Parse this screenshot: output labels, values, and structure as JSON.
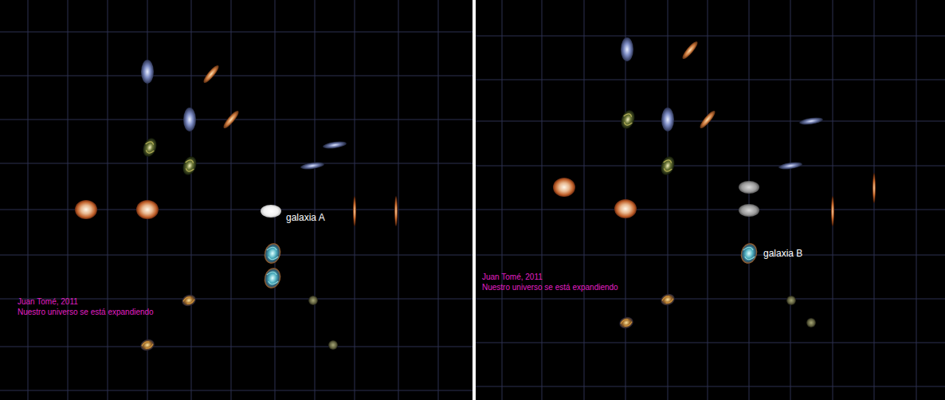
{
  "diagram": {
    "labels": [
      "galaxia A",
      "Juan Tomé, 2011",
      "Nuestro universo se está expandiendo",
      "galaxia B",
      "Juan Tomé, 2011",
      "Nuestro universo se está expandiendo"
    ]
  }
}
